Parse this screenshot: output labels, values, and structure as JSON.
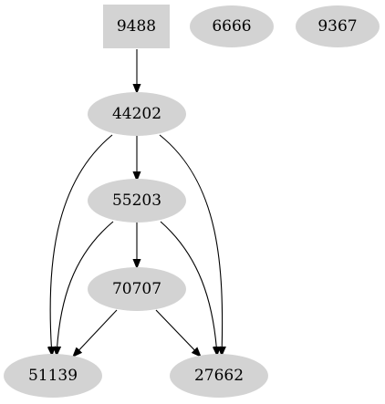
{
  "graph": {
    "nodes": [
      {
        "id": "n9488",
        "label": "9488",
        "shape": "box"
      },
      {
        "id": "n6666",
        "label": "6666",
        "shape": "ellipse"
      },
      {
        "id": "n9367",
        "label": "9367",
        "shape": "ellipse"
      },
      {
        "id": "n44202",
        "label": "44202",
        "shape": "ellipse"
      },
      {
        "id": "n55203",
        "label": "55203",
        "shape": "ellipse"
      },
      {
        "id": "n70707",
        "label": "70707",
        "shape": "ellipse"
      },
      {
        "id": "n51139",
        "label": "51139",
        "shape": "ellipse"
      },
      {
        "id": "n27662",
        "label": "27662",
        "shape": "ellipse"
      }
    ],
    "edges": [
      {
        "from": "9488",
        "to": "44202"
      },
      {
        "from": "44202",
        "to": "55203"
      },
      {
        "from": "44202",
        "to": "51139"
      },
      {
        "from": "44202",
        "to": "27662"
      },
      {
        "from": "55203",
        "to": "70707"
      },
      {
        "from": "55203",
        "to": "51139"
      },
      {
        "from": "55203",
        "to": "27662"
      },
      {
        "from": "70707",
        "to": "51139"
      },
      {
        "from": "70707",
        "to": "27662"
      }
    ],
    "colors": {
      "node_fill": "#d3d3d3",
      "edge": "#000000",
      "text": "#000000",
      "background": "#ffffff"
    }
  }
}
